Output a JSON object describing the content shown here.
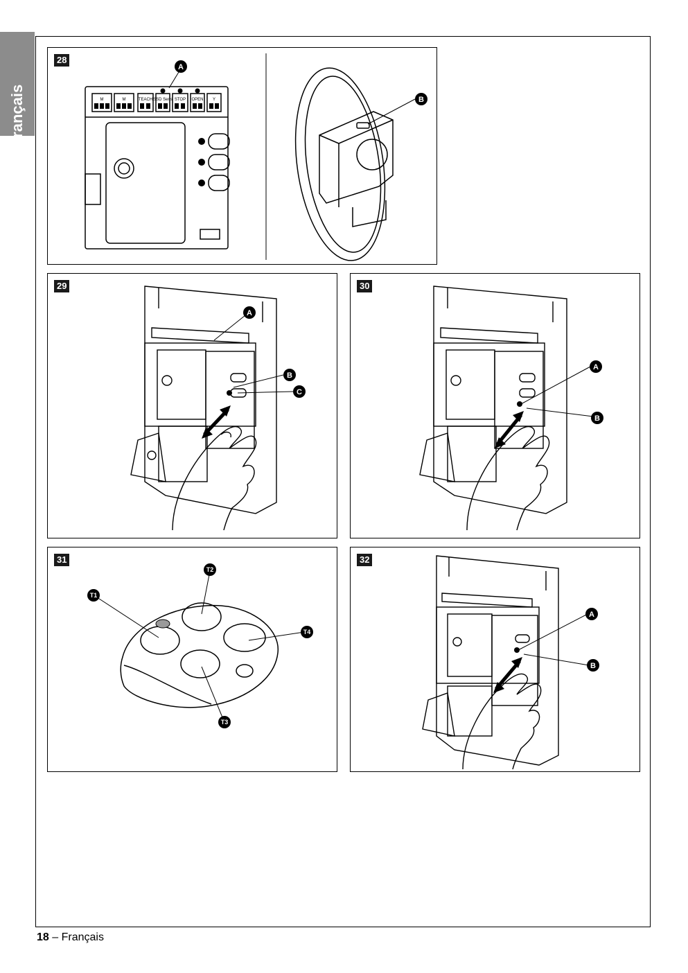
{
  "side_tab": {
    "label": "Français"
  },
  "figures": {
    "f28": {
      "number": "28",
      "callouts": {
        "a": "A",
        "b": "B"
      },
      "terminals": [
        "M",
        "M",
        "TEACH",
        "SSD Sens",
        "STOP",
        "OPEN",
        "Y"
      ]
    },
    "f29": {
      "number": "29",
      "callouts": {
        "a": "A",
        "b": "B",
        "c": "C"
      }
    },
    "f30": {
      "number": "30",
      "callouts": {
        "a": "A",
        "b": "B"
      }
    },
    "f31": {
      "number": "31",
      "callouts": {
        "t1": "T1",
        "t2": "T2",
        "t3": "T3",
        "t4": "T4"
      }
    },
    "f32": {
      "number": "32",
      "callouts": {
        "a": "A",
        "b": "B"
      }
    }
  },
  "footer": {
    "page_number": "18",
    "separator": " – ",
    "language": "Français"
  }
}
